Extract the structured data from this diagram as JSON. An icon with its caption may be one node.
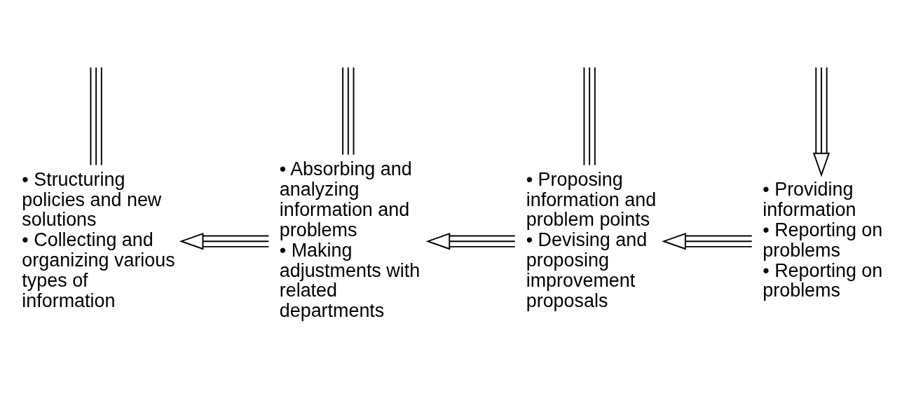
{
  "diagram": {
    "nodes": [
      {
        "text": [
          "• Structuring policies and new solutions",
          "• Collecting and organizing various types of information"
        ]
      },
      {
        "text": [
          "• Absorbing and analyzing information and problems",
          "• Making adjustments with related departments"
        ]
      },
      {
        "text": [
          "• Proposing information and problem points",
          "• Devising and proposing improvement proposals"
        ]
      },
      {
        "text": [
          "• Providing information",
          "• Reporting on problems",
          "• Reporting on problems"
        ]
      }
    ],
    "edges": [
      {
        "from": null,
        "to": 0,
        "arrow": "none"
      },
      {
        "from": null,
        "to": 1,
        "arrow": "none"
      },
      {
        "from": null,
        "to": 2,
        "arrow": "none"
      },
      {
        "from": null,
        "to": 3,
        "arrow": "to"
      },
      {
        "from": 3,
        "to": 2,
        "arrow": "to"
      },
      {
        "from": 2,
        "to": 1,
        "arrow": "to"
      },
      {
        "from": 1,
        "to": 0,
        "arrow": "to"
      }
    ]
  }
}
